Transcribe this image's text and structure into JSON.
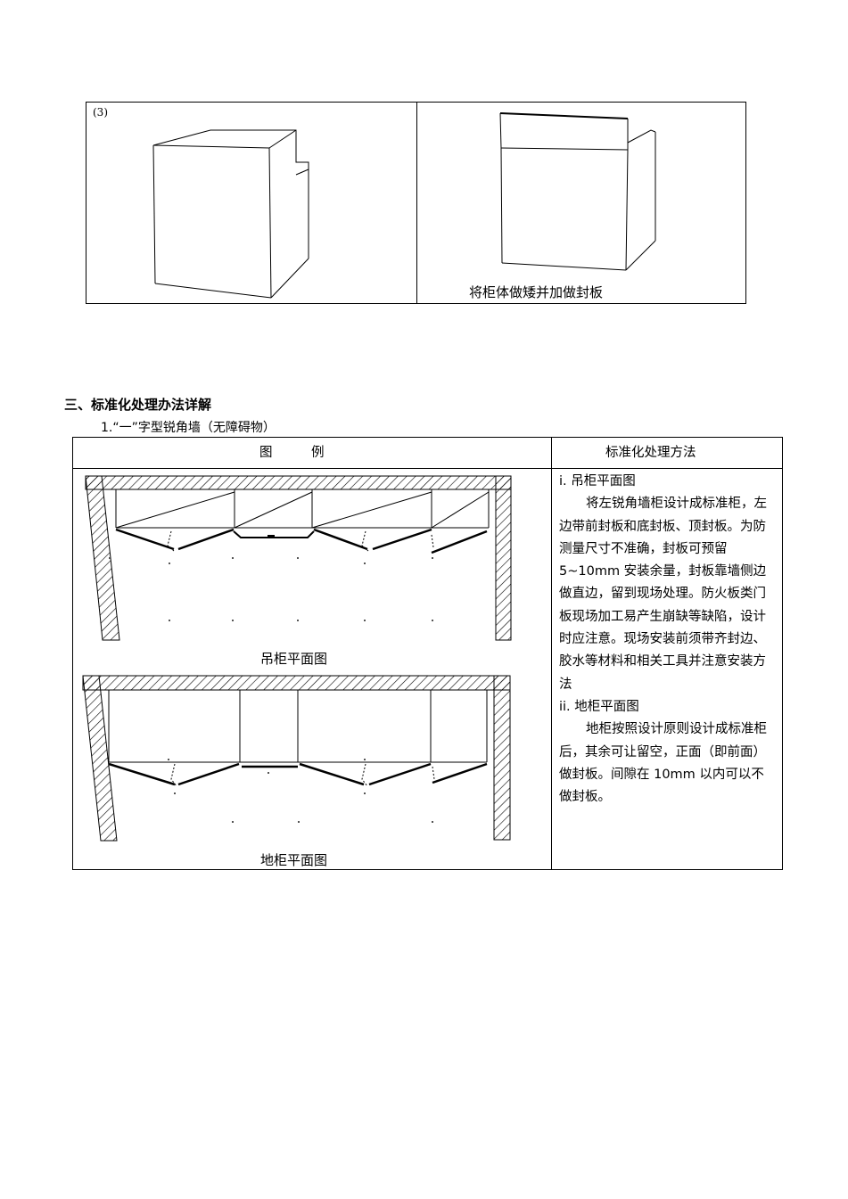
{
  "top_table": {
    "left_label": "(3)",
    "right_caption": "将柜体做矮并加做封板"
  },
  "section": {
    "heading": "三、标准化处理办法详解",
    "subheading": "1.“一”字型锐角墙（无障碍物）"
  },
  "std_table": {
    "col1_header": "图　　　例",
    "col2_header": "标准化处理方法",
    "fig1_caption": "吊柜平面图",
    "fig2_caption": "地柜平面图",
    "method": {
      "item1_title": "i.  吊柜平面图",
      "item1_body": "将左锐角墙柜设计成标准柜，左边带前封板和底封板、顶封板。为防测量尺寸不准确，封板可预留 5~10mm 安装余量，封板靠墙侧边做直边，留到现场处理。防火板类门板现场加工易产生崩缺等缺陷，设计时应注意。现场安装前须带齐封边、胶水等材料和相关工具并注意安装方法",
      "item2_title": "ii.  地柜平面图",
      "item2_body": "地柜按照设计原则设计成标准柜后，其余可让留空，正面（即前面）做封板。间隙在 10mm 以内可以不做封板。"
    }
  }
}
